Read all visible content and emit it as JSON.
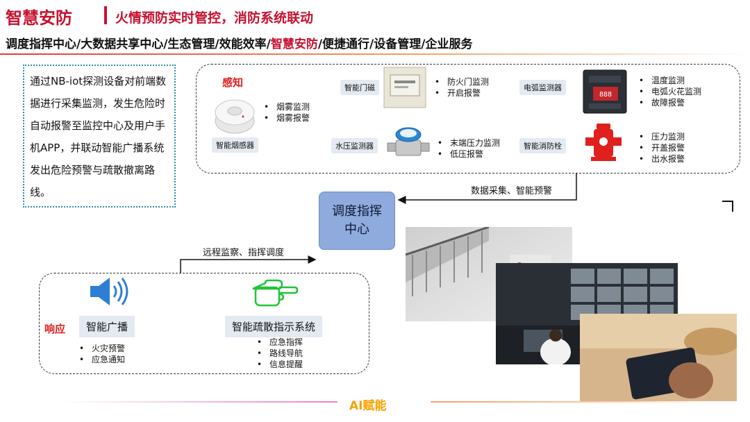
{
  "header": {
    "title": "智慧安防",
    "subtitle": "火情预防实时管控，消防系统联动"
  },
  "nav": {
    "items_before": "调度指挥中心/大数据共享中心/生态管理/效能效率/",
    "active": "智慧安防",
    "items_after": "/便捷通行/设备管理/企业服务"
  },
  "intro": {
    "text": "通过NB-iot探测设备对前端数据进行采集监测，发生危险时自动报警至监控中心及用户手机APP，并联动智能广播系统发出危险预警与疏散撤离路线。"
  },
  "sense": {
    "label": "感知",
    "devices": {
      "smoke": {
        "label": "智能烟感器",
        "bullets": [
          "烟雾监测",
          "烟雾报警"
        ]
      },
      "door": {
        "label": "智能门磁",
        "bullets": [
          "防火门监测",
          "开启报警"
        ]
      },
      "arc": {
        "label": "电弧监测器",
        "bullets": [
          "温度监测",
          "电弧火花监测",
          "故障报警"
        ]
      },
      "water": {
        "label": "水压监测器",
        "bullets": [
          "末端压力监测",
          "低压报警"
        ]
      },
      "hydrant": {
        "label": "智能消防栓",
        "bullets": [
          "压力监测",
          "开盖报警",
          "出水报警"
        ]
      }
    }
  },
  "center": {
    "label": "调度指挥中心"
  },
  "edges": {
    "collect": "数据采集、智能预警",
    "remote": "远程监察、指挥调度"
  },
  "response": {
    "label": "响应",
    "broadcast": {
      "label": "智能广播",
      "bullets": [
        "火灾预警",
        "应急通知"
      ]
    },
    "evac": {
      "label": "智能疏散指示系统",
      "bullets": [
        "应急指挥",
        "路线导航",
        "信息提醒"
      ]
    }
  },
  "footer": {
    "label": "AI赋能"
  },
  "colors": {
    "brand_red": "#c8102e",
    "accent_blue": "#8faadc",
    "ai_orange": "#f4a300"
  }
}
